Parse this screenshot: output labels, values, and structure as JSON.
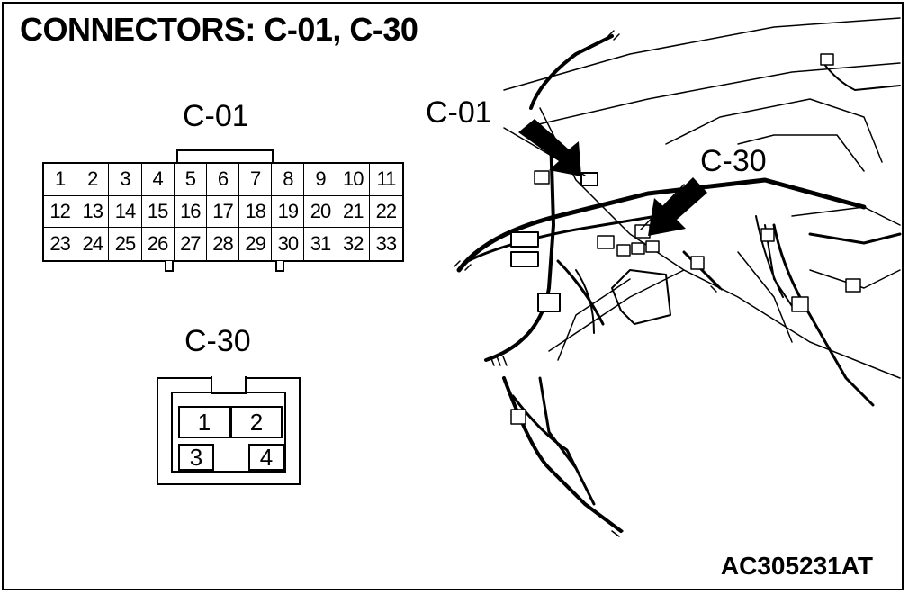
{
  "title": "CONNECTORS: C-01, C-30",
  "figure_code": "AC305231AT",
  "c01": {
    "label": "C-01",
    "pins": [
      "1",
      "2",
      "3",
      "4",
      "5",
      "6",
      "7",
      "8",
      "9",
      "10",
      "11",
      "12",
      "13",
      "14",
      "15",
      "16",
      "17",
      "18",
      "19",
      "20",
      "21",
      "22",
      "23",
      "24",
      "25",
      "26",
      "27",
      "28",
      "29",
      "30",
      "31",
      "32",
      "33"
    ]
  },
  "c30": {
    "label": "C-30",
    "pins": [
      "1",
      "2",
      "3",
      "4"
    ]
  },
  "illustration": {
    "callout_c01": "C-01",
    "callout_c30": "C-30"
  }
}
